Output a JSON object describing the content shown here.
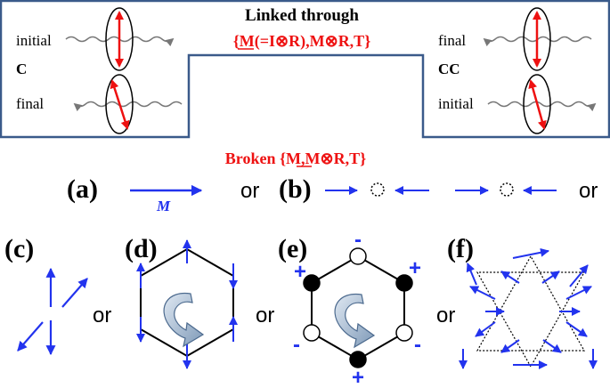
{
  "top": {
    "header_title": "Linked through",
    "header_set": "{M(=I⊗R),M⊗R,T}",
    "header_set_underlined_symbol": "M",
    "left": {
      "label_top": "initial",
      "label_mid": "C",
      "label_bottom": "final"
    },
    "right": {
      "label_top": "final",
      "label_mid": "CC",
      "label_bottom": "initial"
    }
  },
  "broken_label": "Broken {M,M⊗R,T}",
  "panels": {
    "a": {
      "letter": "(a)",
      "vector_label": "M"
    },
    "b": {
      "letter": "(b)"
    },
    "c": {
      "letter": "(c)"
    },
    "d": {
      "letter": "(d)"
    },
    "e": {
      "letter": "(e)",
      "charges": [
        "-",
        "+",
        "+",
        "-",
        "-",
        "+"
      ]
    },
    "f": {
      "letter": "(f)"
    }
  },
  "separator_or": "or",
  "colors": {
    "arrow_blue": "#2233ee",
    "accent_red": "#ee1111",
    "box_border": "#3a5a8a",
    "ring_fill": "#a8bcd6"
  }
}
